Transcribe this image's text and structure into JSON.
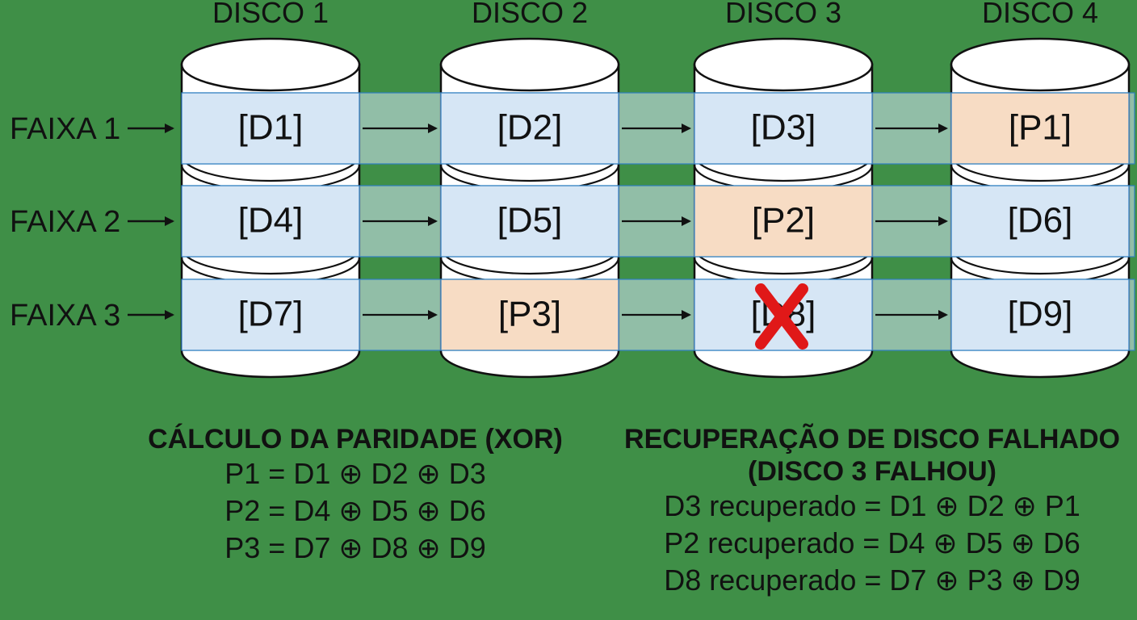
{
  "colors": {
    "background": "#3f8f47",
    "data_block": "#d6e6f5",
    "parity_block": "#f7dcc4",
    "band_border": "#2f7fc0",
    "disk_fill": "#ffffff",
    "failure_mark": "#e01818",
    "text": "#111111"
  },
  "disks": [
    {
      "label": "DISCO 1"
    },
    {
      "label": "DISCO 2"
    },
    {
      "label": "DISCO 3"
    },
    {
      "label": "DISCO 4"
    }
  ],
  "stripes": [
    {
      "label": "FAIXA 1",
      "blocks": [
        {
          "text": "[D1]",
          "kind": "data"
        },
        {
          "text": "[D2]",
          "kind": "data"
        },
        {
          "text": "[D3]",
          "kind": "data"
        },
        {
          "text": "[P1]",
          "kind": "parity"
        }
      ]
    },
    {
      "label": "FAIXA 2",
      "blocks": [
        {
          "text": "[D4]",
          "kind": "data"
        },
        {
          "text": "[D5]",
          "kind": "data"
        },
        {
          "text": "[P2]",
          "kind": "parity"
        },
        {
          "text": "[D6]",
          "kind": "data"
        }
      ]
    },
    {
      "label": "FAIXA 3",
      "blocks": [
        {
          "text": "[D7]",
          "kind": "data"
        },
        {
          "text": "[P3]",
          "kind": "parity"
        },
        {
          "text": "[D8]",
          "kind": "data",
          "failed": true
        },
        {
          "text": "[D9]",
          "kind": "data"
        }
      ]
    }
  ],
  "failure_icon": "x-mark-icon",
  "parity": {
    "heading": "CÁLCULO DA PARIDADE (XOR)",
    "lines": [
      "P1 = D1 ⊕ D2 ⊕ D3",
      "P2 = D4 ⊕ D5 ⊕ D6",
      "P3 = D7 ⊕ D8 ⊕ D9"
    ]
  },
  "recovery": {
    "heading": "RECUPERAÇÃO DE DISCO FALHADO",
    "subheading": "(DISCO 3 FALHOU)",
    "lines": [
      "D3 recuperado = D1 ⊕ D2 ⊕ P1",
      "P2 recuperado = D4 ⊕ D5 ⊕ D6",
      "D8 recuperado = D7 ⊕ P3 ⊕ D9"
    ]
  }
}
